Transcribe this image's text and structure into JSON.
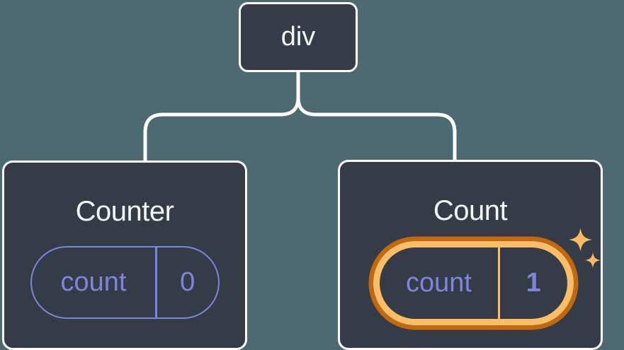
{
  "diagram": {
    "root": {
      "label": "div"
    },
    "children": [
      {
        "title": "Counter",
        "state": {
          "key": "count",
          "value": "0"
        },
        "highlighted": false
      },
      {
        "title": "Count",
        "state": {
          "key": "count",
          "value": "1"
        },
        "highlighted": true
      }
    ]
  },
  "icons": {
    "sparkle_large": "sparkle-icon",
    "sparkle_small": "sparkle-icon"
  },
  "colors": {
    "background": "#4d6a72",
    "card_background": "#353b47",
    "card_border": "#ffffff",
    "text_primary": "#f6f7f9",
    "state_accent": "#7e85dc",
    "highlight_outer": "#c2690f",
    "highlight_inner": "#fbbd68",
    "sparkle": "#f9ba63"
  }
}
